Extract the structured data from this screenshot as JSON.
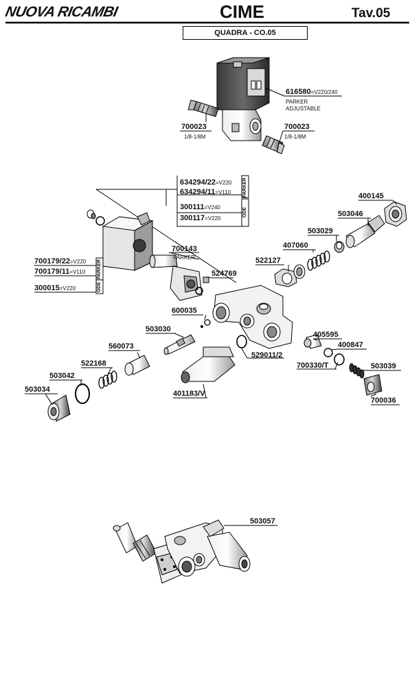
{
  "header": {
    "brand": "NUOVA RICAMBI",
    "title": "CIME",
    "table": "Tav.05",
    "model": "QUADRA - CO.05"
  },
  "parts": {
    "p616580": "616580",
    "p616580_sub": "=V220/240",
    "parker1": "PARKER",
    "adjustable": "ADJUSTABLE",
    "p700023a": "700023",
    "p700023a_sub": "1/8-1/8M",
    "p700023b": "700023",
    "p700023b_sub": "1/8-1/8M",
    "p634294_22": "634294/22",
    "p634294_22_sub": "=V220",
    "p634294_11": "634294/11",
    "p634294_11_sub": "=V110",
    "parker_tag_r": "PARKER",
    "p300111": "300111",
    "p300111_sub": "=V240",
    "p300117": "300117",
    "p300117_sub": "=V220",
    "ode_tag_r": "ODE",
    "p400145": "400145",
    "p503046": "503046",
    "p503029": "503029",
    "p407060": "407060",
    "p522127": "522127",
    "p700143": "700143",
    "parker2": "PARKER",
    "p524769": "524769",
    "p700179_22": "700179/22",
    "p700179_22_sub": "=V220",
    "p700179_11": "700179/11",
    "p700179_11_sub": "=V110",
    "parker_tag_l": "PARKER",
    "p300015": "300015",
    "p300015_sub": "=V220",
    "ode_tag_l": "ODE",
    "p600035": "600035",
    "p503030": "503030",
    "p560073": "560073",
    "p522168": "522168",
    "p503042": "503042",
    "p503034": "503034",
    "p401183": "401183/V",
    "p529011": "529011/2",
    "p405595": "405595",
    "p400847": "400847",
    "p700330": "700330/T",
    "p503039": "503039",
    "p700036": "700036",
    "p503057": "503057"
  }
}
